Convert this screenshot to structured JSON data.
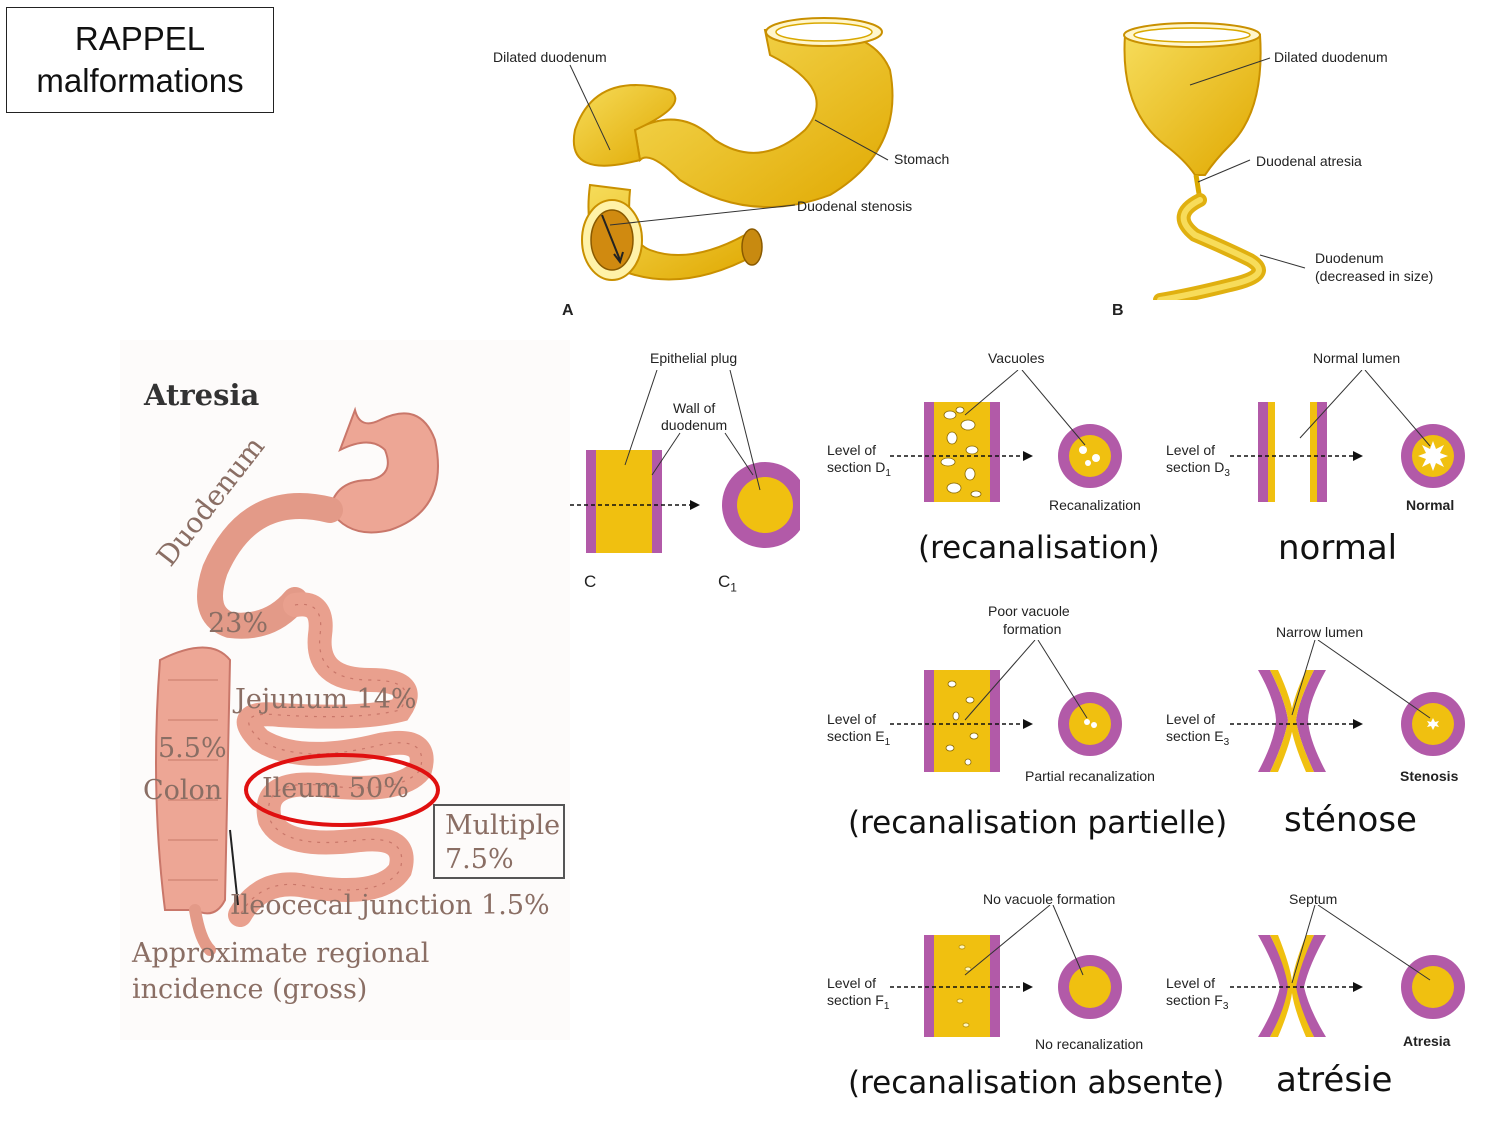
{
  "title": {
    "line1": "RAPPEL",
    "line2": "malformations"
  },
  "panel_a": {
    "letter": "A",
    "dilated_duodenum": "Dilated duodenum",
    "stomach": "Stomach",
    "duodenal_stenosis": "Duodenal stenosis"
  },
  "panel_b": {
    "letter": "B",
    "dilated_duodenum": "Dilated duodenum",
    "duodenal_atresia": "Duodenal atresia",
    "duodenum_line1": "Duodenum",
    "duodenum_line2": "(decreased in size)"
  },
  "atresia_figure": {
    "title": "Atresia",
    "duodenum": "Duodenum",
    "pct_duodenum": "23%",
    "jejunum": "Jejunum 14%",
    "colon_pct": "5.5%",
    "colon": "Colon",
    "ileum": "Ileum 50%",
    "multiple_line1": "Multiple",
    "multiple_line2": "7.5%",
    "ileocecal": "Ileocecal junction 1.5%",
    "footer_line1": "Approximate regional",
    "footer_line2": "incidence (gross)",
    "highlight_color": "#e01010"
  },
  "panel_c": {
    "epithelial_plug": "Epithelial plug",
    "wall_line1": "Wall of",
    "wall_line2": "duodenum",
    "letter_c": "C",
    "letter_c1": "C",
    "sub_c1": "1"
  },
  "panel_d1": {
    "top": "Vacuoles",
    "level_line1": "Level of",
    "level_line2": "section D",
    "level_sub": "1",
    "bottom": "Recanalization",
    "caption": "(recanalisation)"
  },
  "panel_d3": {
    "top": "Normal lumen",
    "level_line1": "Level of",
    "level_line2": "section D",
    "level_sub": "3",
    "bottom": "Normal",
    "caption": "normal"
  },
  "panel_e1": {
    "top_line1": "Poor vacuole",
    "top_line2": "formation",
    "level_line1": "Level of",
    "level_line2": "section E",
    "level_sub": "1",
    "bottom": "Partial recanalization",
    "caption": "(recanalisation partielle)"
  },
  "panel_e3": {
    "top": "Narrow lumen",
    "level_line1": "Level of",
    "level_line2": "section E",
    "level_sub": "3",
    "bottom": "Stenosis",
    "caption": "sténose"
  },
  "panel_f1": {
    "top": "No vacuole formation",
    "level_line1": "Level of",
    "level_line2": "section F",
    "level_sub": "1",
    "bottom": "No recanalization",
    "caption": "(recanalisation absente)"
  },
  "panel_f3": {
    "top": "Septum",
    "level_line1": "Level of",
    "level_line2": "section F",
    "level_sub": "3",
    "bottom": "Atresia",
    "caption": "atrésie"
  },
  "colors": {
    "yellow": "#f0c010",
    "yellow_light": "#f8e27a",
    "purple": "#b25aa8",
    "pink": "#e9a08e",
    "pink_dark": "#c9776a"
  }
}
